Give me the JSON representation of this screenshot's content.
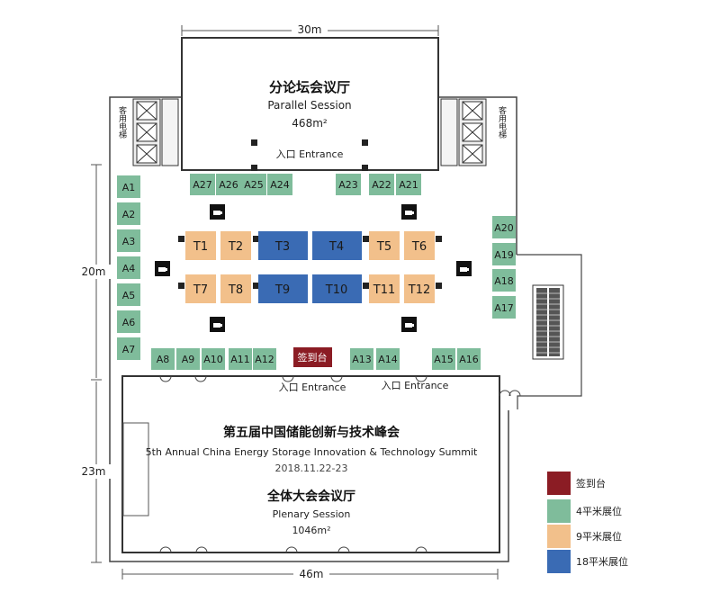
{
  "dimensions": {
    "top_width": "30m",
    "left_upper": "20m",
    "left_lower": "23m",
    "bottom_width": "46m"
  },
  "elevator_label": "客用电梯",
  "parallel_hall": {
    "title_cn": "分论坛会议厅",
    "title_en": "Parallel Session",
    "area": "468m²",
    "entrance": "入口 Entrance"
  },
  "plenary_hall": {
    "event_cn": "第五届中国储能创新与技术峰会",
    "event_en": "5th Annual China Energy Storage Innovation & Technology Summit",
    "dates": "2018.11.22-23",
    "title_cn": "全体大会会议厅",
    "title_en": "Plenary Session",
    "area": "1046m²",
    "entrance_left": "入口 Entrance",
    "entrance_right": "入口 Entrance"
  },
  "registration_label": "签到台",
  "booths_4sqm": [
    "A1",
    "A2",
    "A3",
    "A4",
    "A5",
    "A6",
    "A7",
    "A8",
    "A9",
    "A10",
    "A11",
    "A12",
    "A13",
    "A14",
    "A15",
    "A16",
    "A17",
    "A18",
    "A19",
    "A20",
    "A21",
    "A22",
    "A23",
    "A24",
    "A25",
    "A26",
    "A27"
  ],
  "booths_9sqm": [
    "T1",
    "T2",
    "T5",
    "T6",
    "T7",
    "T8",
    "T11",
    "T12"
  ],
  "booths_18sqm": [
    "T3",
    "T4",
    "T9",
    "T10"
  ],
  "legend": [
    {
      "label": "签到台",
      "color": "#8b1c24"
    },
    {
      "label": "4平米展位",
      "color": "#7fbc9b"
    },
    {
      "label": "9平米展位",
      "color": "#f2c08b"
    },
    {
      "label": "18平米展位",
      "color": "#3a6bb4"
    }
  ],
  "colors": {
    "registration": "#8b1c24",
    "booth_4": "#7fbc9b",
    "booth_9": "#f2c08b",
    "booth_18": "#3a6bb4",
    "wall": "#444444"
  },
  "icons": [
    "elevator-icon",
    "coffee-icon",
    "escalator-icon",
    "pillar-icon"
  ]
}
